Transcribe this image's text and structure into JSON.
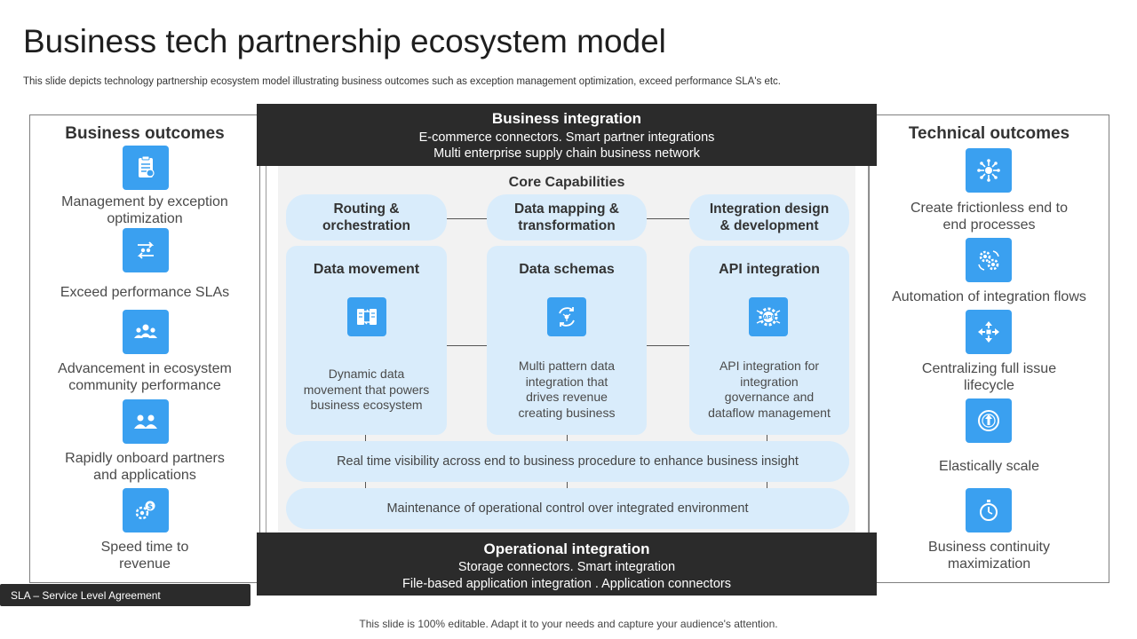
{
  "header": {
    "title": "Business tech partnership ecosystem model",
    "subtitle": "This slide depicts technology partnership ecosystem model illustrating business outcomes such as exception management optimization, exceed performance SLA's etc."
  },
  "business_outcomes": {
    "title": "Business outcomes",
    "items": [
      {
        "label_lines": [
          "Management by exception",
          "optimization"
        ],
        "icon": "clipboard-icon"
      },
      {
        "label_lines": [
          "Exceed performance SLAs"
        ],
        "icon": "people-exchange-icon"
      },
      {
        "label_lines": [
          "Advancement in ecosystem",
          "community performance"
        ],
        "icon": "community-icon"
      },
      {
        "label_lines": [
          "Rapidly onboard partners",
          "and applications"
        ],
        "icon": "partners-icon"
      },
      {
        "label_lines": [
          "Speed time to",
          "revenue"
        ],
        "icon": "money-gear-icon"
      }
    ]
  },
  "technical_outcomes": {
    "title": "Technical outcomes",
    "items": [
      {
        "label_lines": [
          "Create frictionless end to",
          "end processes"
        ],
        "icon": "network-icon"
      },
      {
        "label_lines": [
          "Automation of integration flows"
        ],
        "icon": "gears-icon"
      },
      {
        "label_lines": [
          "Centralizing full issue",
          "lifecycle"
        ],
        "icon": "centralize-arrows-icon"
      },
      {
        "label_lines": [
          "Elastically scale"
        ],
        "icon": "scale-up-icon"
      },
      {
        "label_lines": [
          "Business continuity",
          "maximization"
        ],
        "icon": "stopwatch-icon"
      }
    ]
  },
  "business_integration": {
    "title": "Business integration",
    "lines": [
      "E-commerce connectors. Smart partner integrations",
      "Multi enterprise supply chain business network"
    ]
  },
  "operational_integration": {
    "title": "Operational integration",
    "lines": [
      "Storage connectors. Smart integration",
      "File-based application integration . Application connectors"
    ]
  },
  "core": {
    "title": "Core Capabilities",
    "pills": [
      [
        "Routing &",
        "orchestration"
      ],
      [
        "Data mapping &",
        "transformation"
      ],
      [
        "Integration design",
        "& development"
      ]
    ],
    "cards": [
      {
        "title": "Data movement",
        "desc_lines": [
          "Dynamic data",
          "movement that powers",
          "business ecosystem"
        ],
        "icon": "data-transfer-icon"
      },
      {
        "title": "Data schemas",
        "desc_lines": [
          "Multi pattern data",
          "integration that",
          "drives revenue",
          "creating business"
        ],
        "icon": "schema-sync-icon"
      },
      {
        "title": "API integration",
        "desc_lines": [
          "API integration for",
          "integration",
          "governance and",
          "dataflow management"
        ],
        "icon": "api-gear-icon",
        "icon_text": "API"
      }
    ],
    "visibility": "Real time visibility across end to business procedure to enhance business insight",
    "maintenance": "Maintenance of operational control over integrated environment"
  },
  "footnote": "SLA – Service Level Agreement",
  "bottom_note": "This slide is 100% editable. Adapt it to your needs and capture your audience's attention."
}
